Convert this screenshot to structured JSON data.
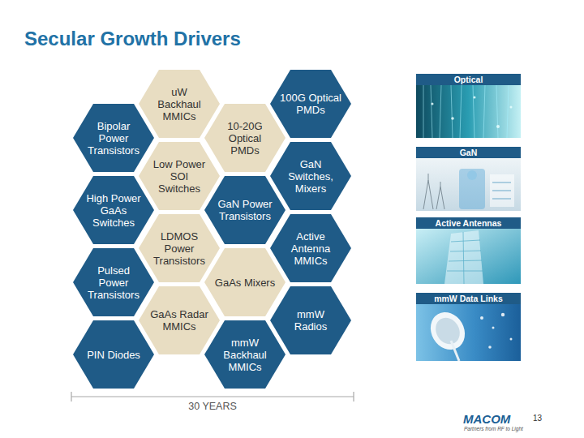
{
  "diagram": {
    "title": "Secular Growth Drivers",
    "nodes": [
      {
        "text": [
          "Bipolar Power Transistors"
        ]
      },
      {
        "text": [
          "High Power GaAs Switches"
        ]
      },
      {
        "text": [
          "Pulsed Power Transistors"
        ]
      },
      {
        "text": [
          "PIN Diodes"
        ]
      },
      {
        "text": [
          "uW Backhaul MMICs"
        ]
      },
      {
        "text": [
          "Low Power SOI Switches"
        ]
      },
      {
        "text": [
          "LDMOS Power Transistors"
        ]
      },
      {
        "text": [
          "GaAs Radar MMICs"
        ]
      },
      {
        "text": [
          "10-20G Optical PMDs"
        ]
      },
      {
        "text": [
          "GaN Power Transistors"
        ]
      },
      {
        "text": [
          "GaAs Mixers"
        ]
      },
      {
        "text": [
          "mmW Backhaul MMICs"
        ]
      },
      {
        "text": [
          "100G Optical PMDs"
        ]
      },
      {
        "text": [
          "GaN Switches, Mixers"
        ]
      },
      {
        "text": [
          "Active Antenna MMICs"
        ]
      },
      {
        "text": [
          "mmW Radios"
        ]
      },
      {
        "text": [
          "Optical"
        ]
      },
      {
        "text": [
          "GaN"
        ]
      },
      {
        "text": [
          "Active Antennas"
        ]
      },
      {
        "text": [
          "mmW Data Links"
        ]
      }
    ],
    "labels": [
      "30 YEARS",
      "13",
      "MACOM",
      "Partners from RF to Light"
    ]
  }
}
